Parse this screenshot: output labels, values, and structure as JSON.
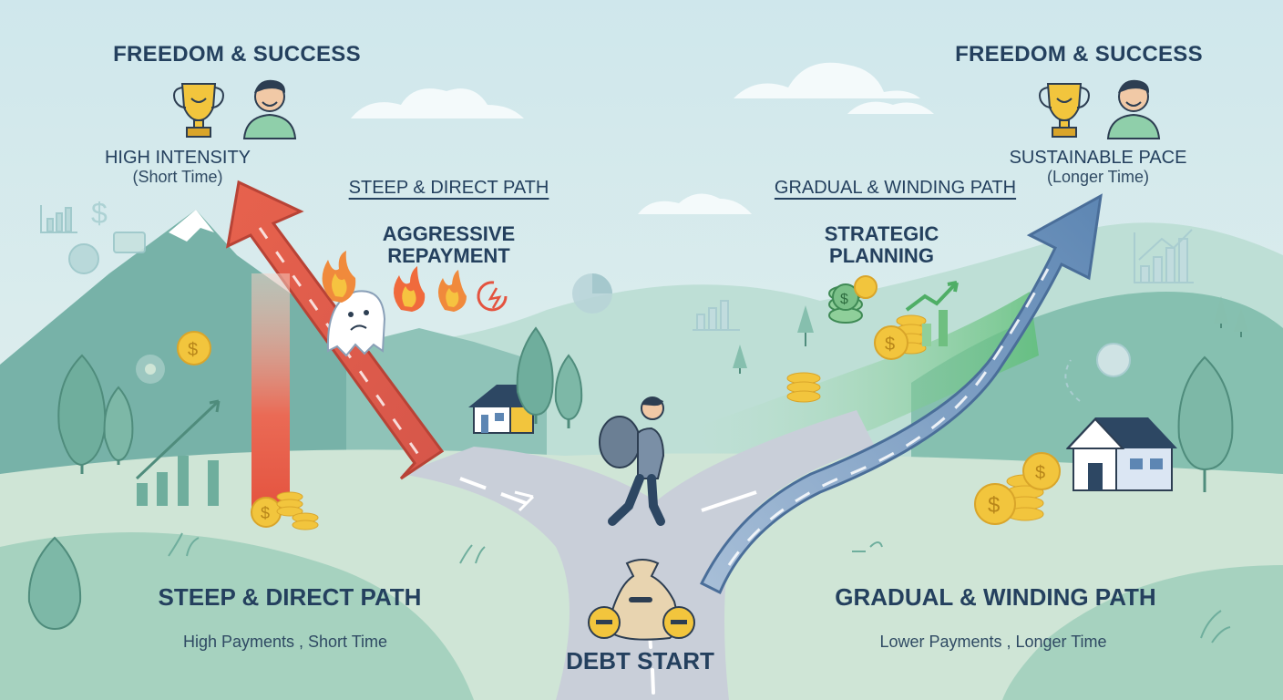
{
  "left": {
    "top_title": "FREEDOM & SUCCESS",
    "intensity": "HIGH INTENSITY",
    "intensity_note": "(Short Time)",
    "path_label": "STEEP & DIRECT PATH",
    "strategy": [
      "AGGRESSIVE",
      "REPAYMENT"
    ],
    "bottom_title": "STEEP & DIRECT PATH",
    "bottom_note": "High Payments , Short Time"
  },
  "right": {
    "top_title": "FREEDOM & SUCCESS",
    "pace": "SUSTAINABLE PACE",
    "pace_note": "(Longer Time)",
    "path_label": "GRADUAL & WINDING PATH",
    "strategy": [
      "STRATEGIC",
      "PLANNING"
    ],
    "bottom_title": "GRADUAL & WINDING PATH",
    "bottom_note": "Lower Payments , Longer Time"
  },
  "center": {
    "start_label": "DEBT START"
  },
  "colors": {
    "sky": "#cfe6ea",
    "steep_arrow": "#e8644e",
    "winding_arrow": "#5d86b3",
    "heading": "#24405e",
    "coin": "#f2c53d",
    "hill": "#8fc3b8"
  },
  "icons": [
    "trophy-icon",
    "person-icon",
    "fire-icon",
    "ghost-icon",
    "coin-icon",
    "house-icon",
    "tree-icon",
    "money-bag-icon",
    "chart-icon",
    "cloud-icon",
    "hiker-icon"
  ]
}
